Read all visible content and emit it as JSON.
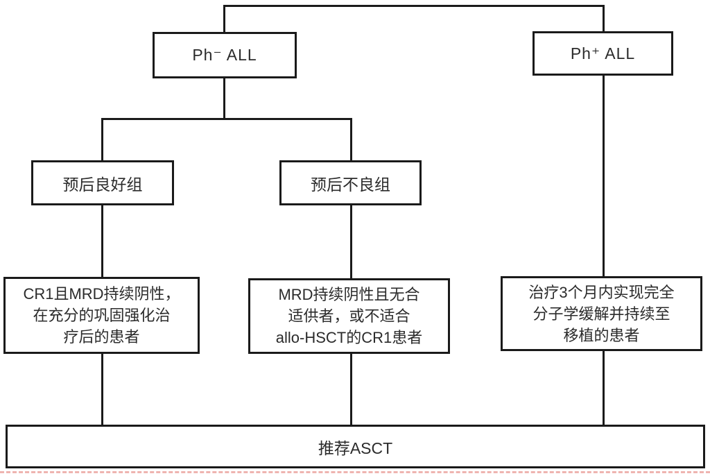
{
  "diagram": {
    "type": "flowchart",
    "topic": "ASCT recommendation pathway for ALL",
    "nodes": {
      "ph_negative": {
        "label": "Ph⁻ ALL"
      },
      "ph_positive": {
        "label": "Ph⁺ ALL"
      },
      "good_prognosis": {
        "label": "预后良好组"
      },
      "poor_prognosis": {
        "label": "预后不良组"
      },
      "good_criteria": {
        "label": "CR1且MRD持续阴性，\n在充分的巩固强化治\n疗后的患者"
      },
      "poor_criteria": {
        "label": "MRD持续阴性且无合\n适供者，或不适合\nallo-HSCT的CR1患者"
      },
      "ph_positive_criteria": {
        "label": "治疗3个月内实现完全\n分子学缓解并持续至\n移植的患者"
      },
      "recommendation": {
        "label": "推荐ASCT"
      }
    },
    "edges": [
      "top-bracket joins Ph⁻ ALL and Ph⁺ ALL",
      "Ph⁻ ALL → 预后良好组",
      "Ph⁻ ALL → 预后不良组",
      "预后良好组 → good_criteria",
      "预后不良组 → poor_criteria",
      "Ph⁺ ALL → ph_positive_criteria",
      "good_criteria → 推荐ASCT",
      "poor_criteria → 推荐ASCT",
      "ph_positive_criteria → 推荐ASCT"
    ],
    "colors": {
      "border": "#1a1a1a",
      "text": "#2b2b2b",
      "background": "#ffffff",
      "dashed_line": "#efb4b0"
    }
  }
}
